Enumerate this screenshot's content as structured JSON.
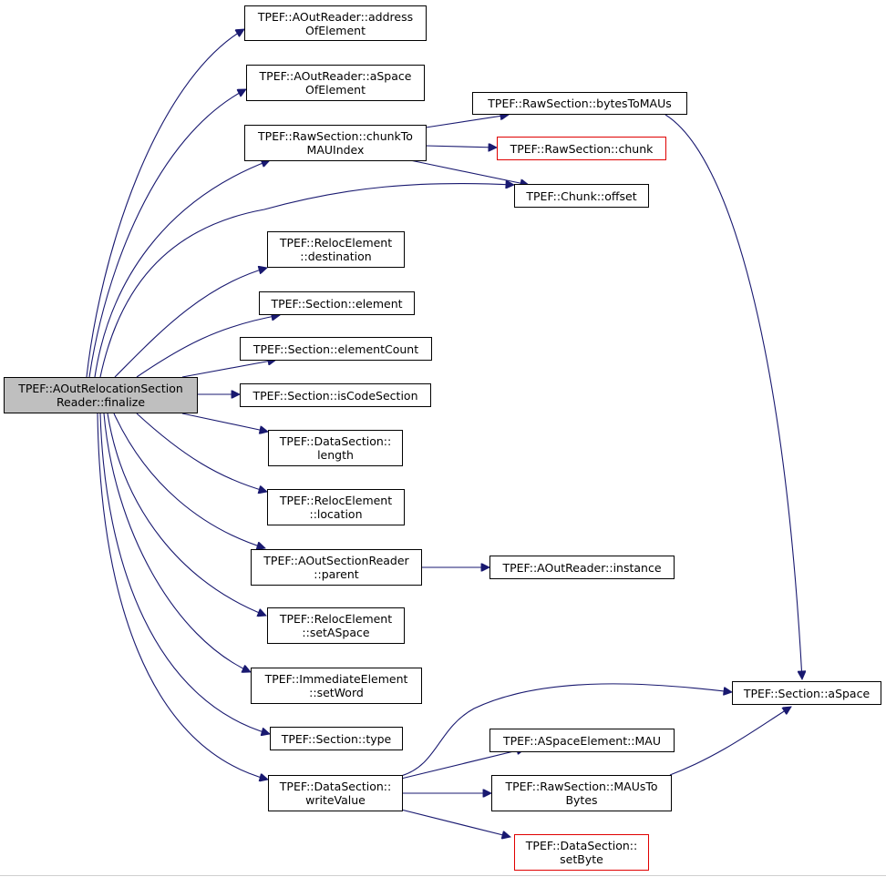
{
  "graph": {
    "root": "TPEF::AOutRelocationSection\nReader::finalize",
    "nodes": {
      "addressOfElement": "TPEF::AOutReader::address\nOfElement",
      "aSpaceOfElement": "TPEF::AOutReader::aSpace\nOfElement",
      "chunkToMAUIndex": "TPEF::RawSection::chunkTo\nMAUIndex",
      "bytesToMAUs": "TPEF::RawSection::bytesToMAUs",
      "chunk": "TPEF::RawSection::chunk",
      "offset": "TPEF::Chunk::offset",
      "destination": "TPEF::RelocElement\n::destination",
      "element": "TPEF::Section::element",
      "elementCount": "TPEF::Section::elementCount",
      "isCodeSection": "TPEF::Section::isCodeSection",
      "length": "TPEF::DataSection::\nlength",
      "location": "TPEF::RelocElement\n::location",
      "parent": "TPEF::AOutSectionReader\n::parent",
      "instance": "TPEF::AOutReader::instance",
      "setASpace": "TPEF::RelocElement\n::setASpace",
      "setWord": "TPEF::ImmediateElement\n::setWord",
      "type": "TPEF::Section::type",
      "writeValue": "TPEF::DataSection::\nwriteValue",
      "aSpace": "TPEF::Section::aSpace",
      "MAU": "TPEF::ASpaceElement::MAU",
      "MAUsToBytes": "TPEF::RawSection::MAUsTo\nBytes",
      "setByte": "TPEF::DataSection::\nsetByte"
    }
  }
}
